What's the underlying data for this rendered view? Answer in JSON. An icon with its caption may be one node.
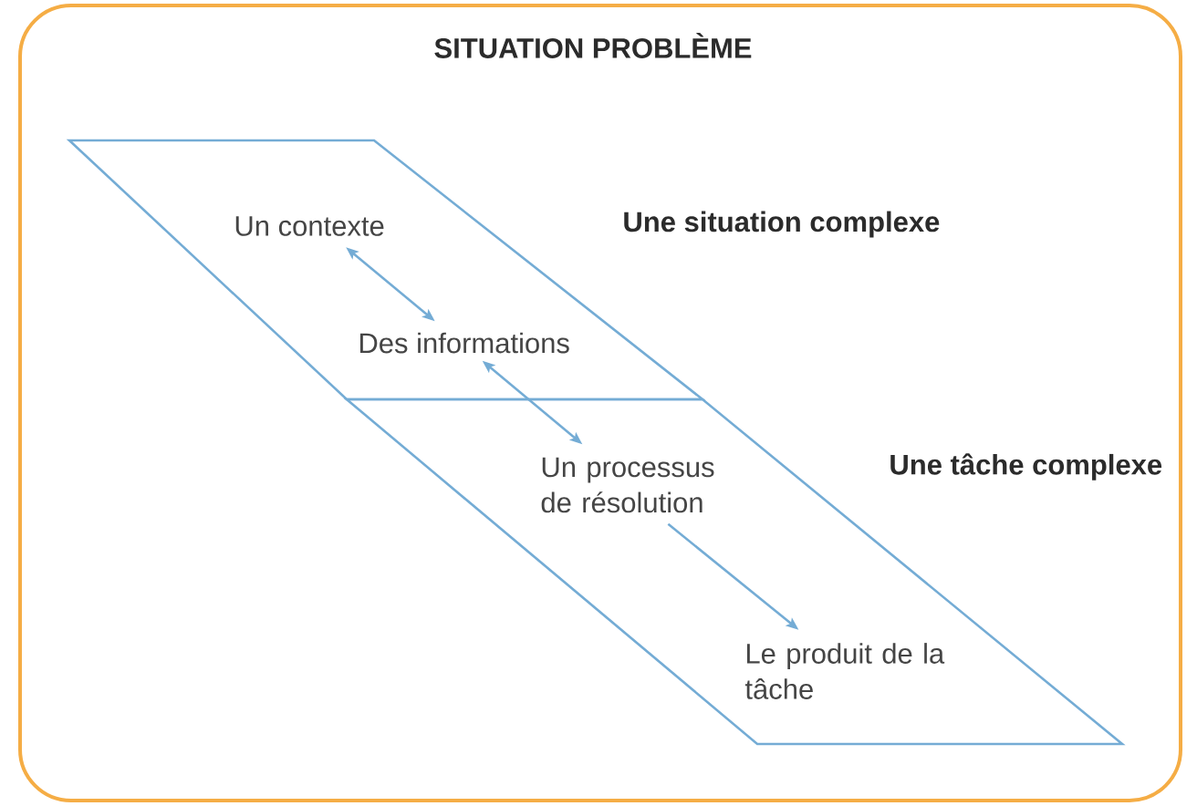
{
  "diagram": {
    "nodes": [
      {
        "text": [
          "SITUATION PROBLÈME"
        ]
      },
      {
        "text": [],
        "shape": "parallelogram",
        "in": 0,
        "beside": [
          "Une situation complexe"
        ]
      },
      {
        "text": [],
        "shape": "parallelogram",
        "in": 0,
        "beside": [
          "Une tâche complexe"
        ]
      },
      {
        "text": [
          "Un contexte"
        ],
        "in": 1
      },
      {
        "text": [
          "Des informations"
        ],
        "in": 1
      },
      {
        "text": [
          "Un processus de résolution"
        ],
        "in": 2
      },
      {
        "text": [
          "Le produit de la tâche"
        ],
        "in": 2
      }
    ],
    "edges": [
      {
        "from": 3,
        "to": 4,
        "arrow": "both"
      },
      {
        "from": 4,
        "to": 5,
        "arrow": "both"
      },
      {
        "from": 5,
        "to": 6,
        "arrow": "to"
      }
    ]
  }
}
